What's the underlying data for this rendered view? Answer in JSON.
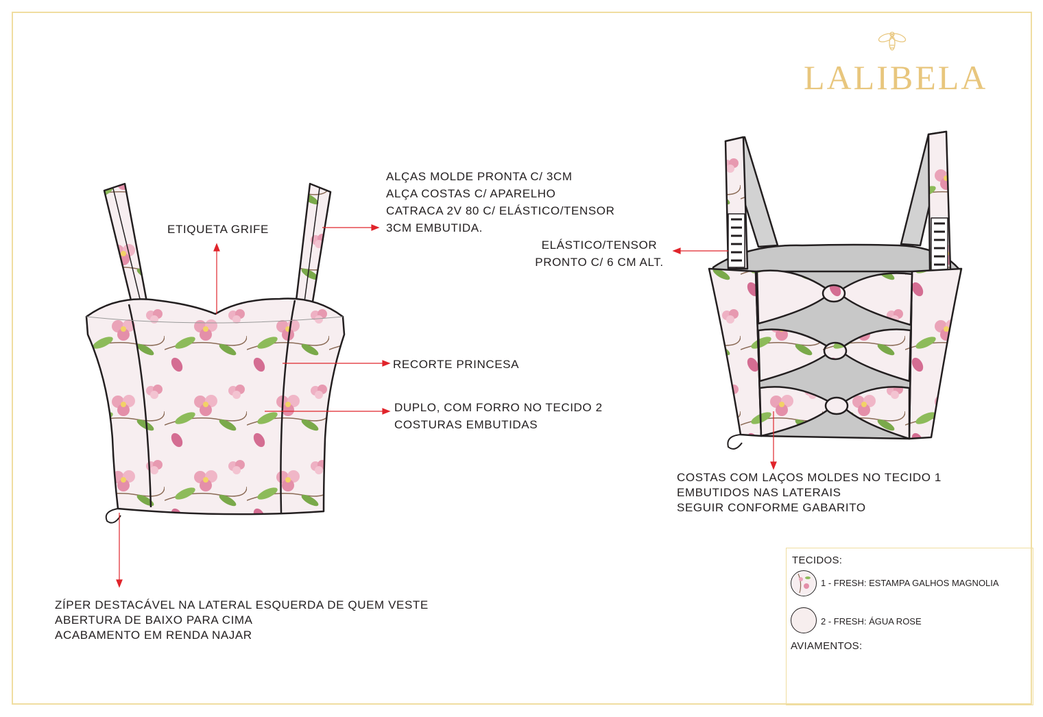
{
  "brand": {
    "name": "LALIBELA",
    "logo_icon": "bee-icon",
    "color": "#e8c67d"
  },
  "colors": {
    "fabric_base": "#f7eef0",
    "petal": "#eaa3b8",
    "petal_dark": "#c9577d",
    "leaf": "#8dbb5a",
    "lining_gray": "#c8c8c8",
    "arrow_red": "#e0242b",
    "frame_gold": "#f0dda0"
  },
  "front_notes": {
    "etiqueta": "ETIQUETA GRIFE",
    "alcas": [
      "ALÇAS MOLDE PRONTA C/ 3CM",
      "ALÇA COSTAS C/ APARELHO",
      "CATRACA 2V 80 C/ ELÁSTICO/TENSOR",
      "3CM EMBUTIDA."
    ],
    "recorte": "RECORTE PRINCESA",
    "duplo": [
      "DUPLO, COM FORRO NO TECIDO 2",
      "COSTURAS EMBUTIDAS"
    ],
    "ziper": [
      "ZÍPER DESTACÁVEL NA LATERAL ESQUERDA DE QUEM VESTE",
      "ABERTURA DE BAIXO PARA CIMA",
      "ACABAMENTO EM RENDA NAJAR"
    ]
  },
  "back_notes": {
    "elastico": [
      "ELÁSTICO/TENSOR",
      "PRONTO C/ 6 CM ALT."
    ],
    "costas": [
      "COSTAS COM LAÇOS MOLDES NO TECIDO 1",
      "EMBUTIDOS NAS LATERAIS",
      "SEGUIR CONFORME GABARITO"
    ]
  },
  "legend": {
    "tecidos_label": "TECIDOS:",
    "fabrics": [
      {
        "label": "1 - FRESH: ESTAMPA GALHOS MAGNOLIA",
        "swatch": "floral-print-swatch"
      },
      {
        "label": "2 - FRESH: ÁGUA ROSE",
        "swatch": "solid-rose-swatch"
      }
    ],
    "aviamentos_label": "AVIAMENTOS:"
  }
}
